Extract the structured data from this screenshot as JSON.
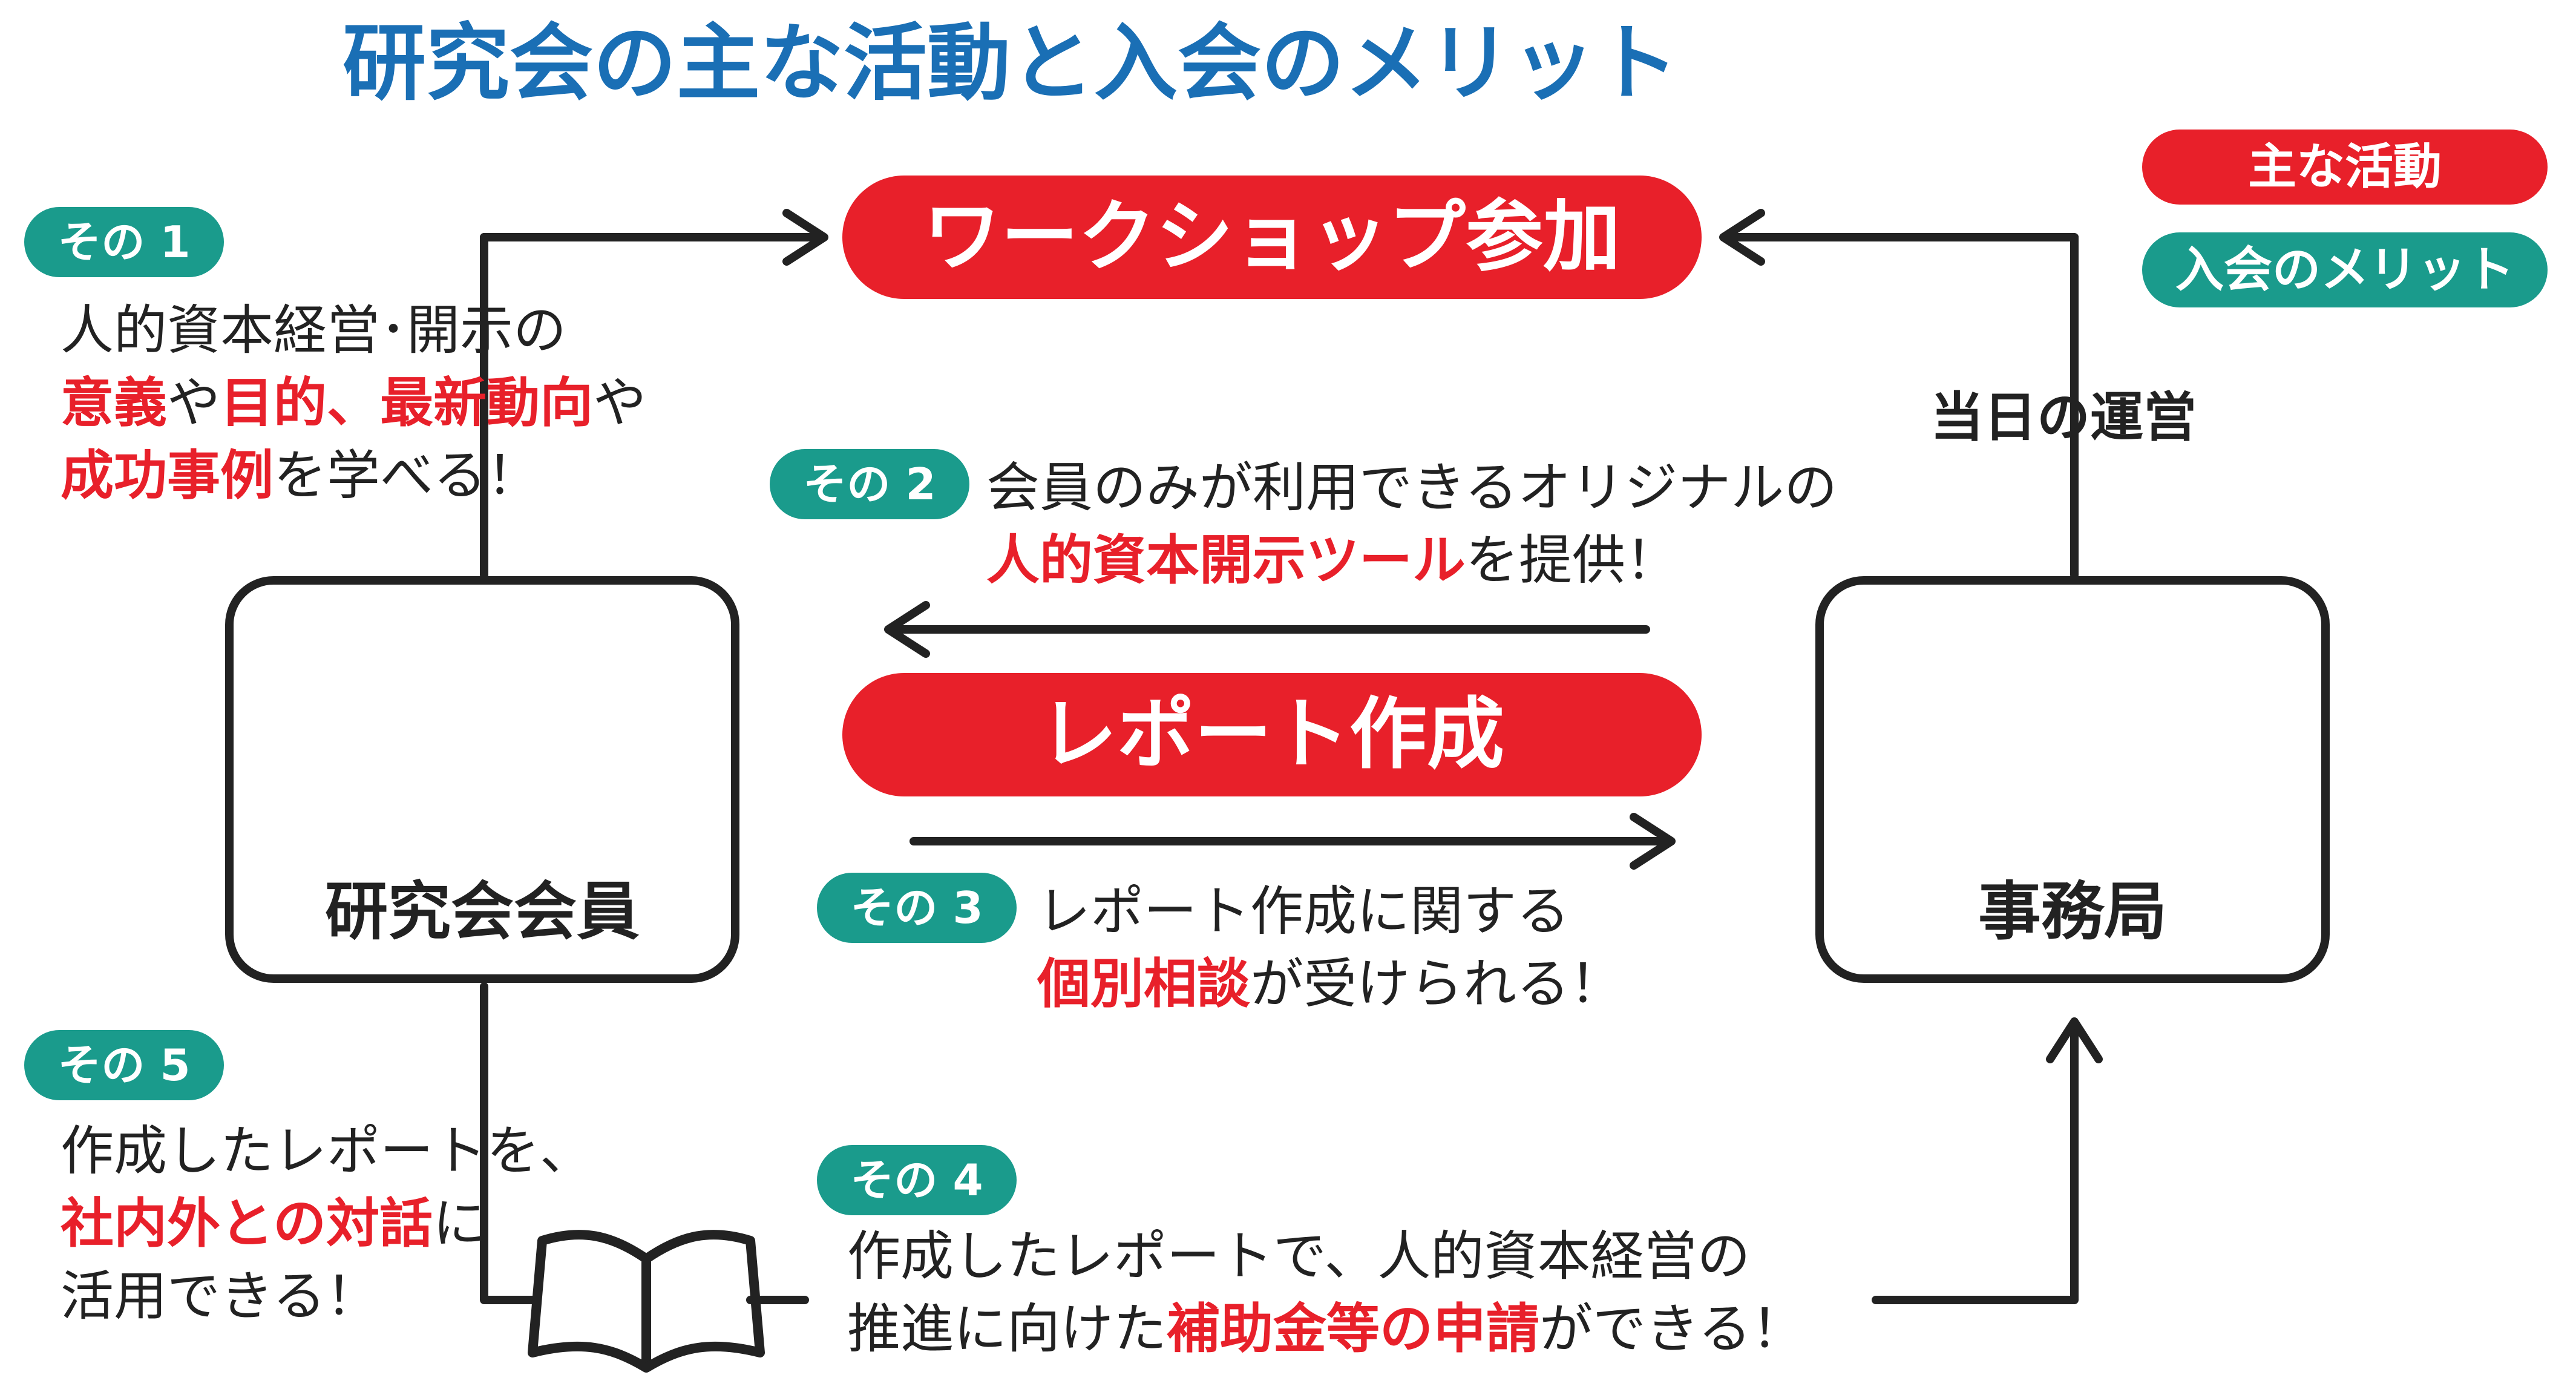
{
  "title": "研究会の主な活動と入会のメリット",
  "legend": {
    "activity": "主な活動",
    "merit": "入会のメリット"
  },
  "activities": {
    "workshop": "ワークショップ参加",
    "report": "レポート作成"
  },
  "nodes": {
    "member": "研究会会員",
    "office": "事務局"
  },
  "day_operation": "当日の運営",
  "merits": [
    {
      "badge": "その 1",
      "line1": "人的資本経営･開示の",
      "l2a": "意義",
      "l2b": "や",
      "l2c": "目的",
      "l2d": "、",
      "l2e": "最新動向",
      "l2f": "や",
      "l3a": "成功事例",
      "l3b": "を学べる！"
    },
    {
      "badge": "その 2",
      "line1": "会員のみが利用できるオリジナルの",
      "l2a": "人的資本開示ツール",
      "l2b": "を提供！"
    },
    {
      "badge": "その 3",
      "line1": "レポート作成に関する",
      "l2a": "個別相談",
      "l2b": "が受けられる！"
    },
    {
      "badge": "その 4",
      "line1": "作成したレポートで、人的資本経営の",
      "l2a": "推進に向けた",
      "l2b": "補助金等の申請",
      "l2c": "ができる！"
    },
    {
      "badge": "その 5",
      "line1": "作成したレポートを、",
      "l2a": "社内外との対話",
      "l2b": "に",
      "l3": "活用できる！"
    }
  ],
  "colors": {
    "title": "#1a6fb5",
    "activity": "#e8202a",
    "merit": "#1a9b8c",
    "line": "#222222"
  },
  "icons": {
    "member": "office-buildings-icon",
    "office": "presenter-icon",
    "report": "open-book-icon"
  }
}
